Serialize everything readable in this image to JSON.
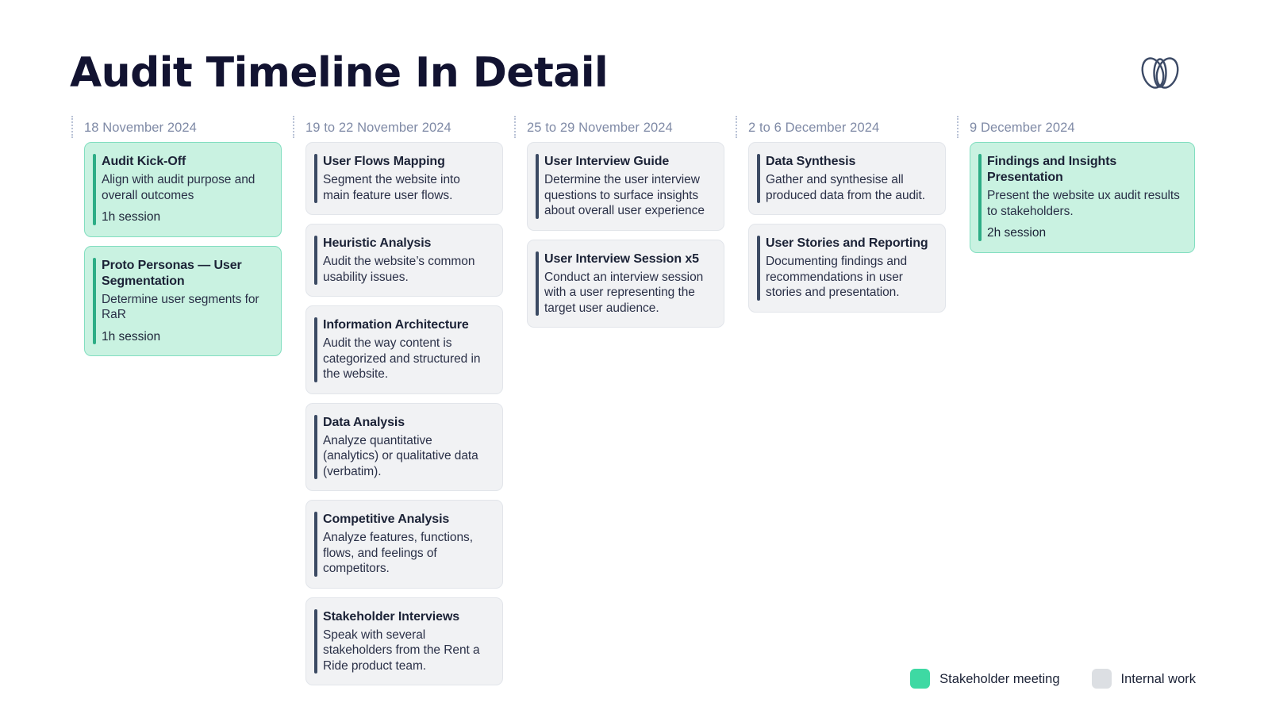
{
  "header": {
    "title": "Audit Timeline In Detail",
    "logo_name": "double-loop-logo",
    "logo_color": "#3c4a66"
  },
  "colors": {
    "title": "#121331",
    "date": "#7f8aa6",
    "stakeholder_bg": "#c9f2e1",
    "stakeholder_accent": "#2dad86",
    "internal_bg": "#f1f2f4",
    "internal_accent": "#3b4a63",
    "legend_green": "#3ed9a3",
    "legend_grey": "#dcdfe3"
  },
  "columns": [
    {
      "date": "18 November 2024",
      "cards": [
        {
          "type": "stakeholder",
          "title": "Audit Kick-Off",
          "desc": "Align with audit purpose and overall outcomes",
          "meta": "1h session"
        },
        {
          "type": "stakeholder",
          "title": "Proto Personas — User Segmentation",
          "desc": "Determine user segments for RaR",
          "meta": "1h session"
        }
      ]
    },
    {
      "date": "19 to 22 November 2024",
      "cards": [
        {
          "type": "internal",
          "title": "User Flows Mapping",
          "desc": "Segment the website into main feature user flows.",
          "meta": ""
        },
        {
          "type": "internal",
          "title": "Heuristic Analysis",
          "desc": "Audit the website’s common usability issues.",
          "meta": ""
        },
        {
          "type": "internal",
          "title": "Information Architecture",
          "desc": "Audit the way content is categorized and structured in the website.",
          "meta": ""
        },
        {
          "type": "internal",
          "title": "Data Analysis",
          "desc": "Analyze quantitative (analytics) or qualitative data (verbatim).",
          "meta": ""
        },
        {
          "type": "internal",
          "title": "Competitive Analysis",
          "desc": "Analyze features, functions, flows, and feelings of competitors.",
          "meta": ""
        },
        {
          "type": "internal",
          "title": "Stakeholder Interviews",
          "desc": "Speak with several stakeholders from the Rent a Ride product team.",
          "meta": ""
        }
      ]
    },
    {
      "date": "25 to 29 November 2024",
      "cards": [
        {
          "type": "internal",
          "title": "User Interview Guide",
          "desc": "Determine the user interview questions to surface insights about overall user experience",
          "meta": ""
        },
        {
          "type": "internal",
          "title": "User Interview Session x5",
          "desc": "Conduct an interview session with a user representing the target user audience.",
          "meta": ""
        }
      ]
    },
    {
      "date": "2 to 6 December 2024",
      "cards": [
        {
          "type": "internal",
          "title": "Data Synthesis",
          "desc": "Gather and synthesise all produced data from the audit.",
          "meta": ""
        },
        {
          "type": "internal",
          "title": "User Stories and Reporting",
          "desc": "Documenting findings and recommendations in user stories and presentation.",
          "meta": ""
        }
      ]
    },
    {
      "date": "9 December 2024",
      "wide": true,
      "cards": [
        {
          "type": "stakeholder",
          "title": "Findings and Insights Presentation",
          "desc": "Present the website ux audit results to stakeholders.",
          "meta": "2h session"
        }
      ]
    }
  ],
  "legend": {
    "items": [
      {
        "label": "Stakeholder meeting",
        "swatch": "green"
      },
      {
        "label": "Internal work",
        "swatch": "grey"
      }
    ]
  }
}
